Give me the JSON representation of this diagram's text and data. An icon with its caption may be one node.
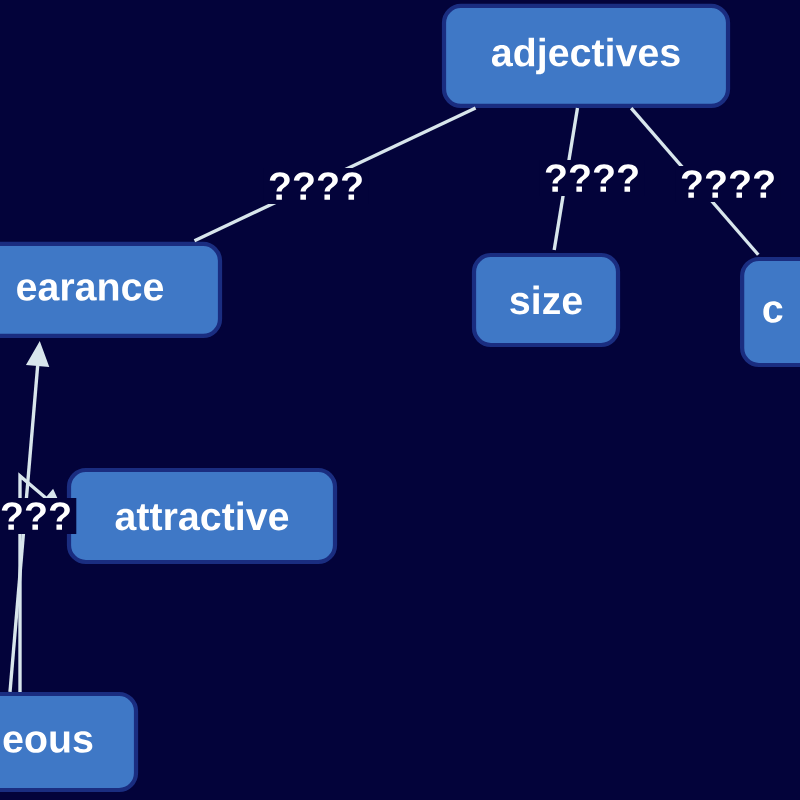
{
  "diagram": {
    "nodes": [
      {
        "text": [
          "adjectives"
        ]
      },
      {
        "text": [
          "earance"
        ]
      },
      {
        "text": [
          "size"
        ]
      },
      {
        "text": [
          "c"
        ]
      },
      {
        "text": [
          "attractive"
        ]
      },
      {
        "text": [
          "eous"
        ]
      }
    ],
    "edges": [
      {
        "from": 0,
        "to": 1,
        "arrow": "none",
        "label": "????"
      },
      {
        "from": 0,
        "to": 2,
        "arrow": "none",
        "label": "????"
      },
      {
        "from": 0,
        "to": 3,
        "arrow": "none",
        "label": "????"
      },
      {
        "from": 5,
        "to": 1,
        "arrow": "to"
      },
      {
        "from": 5,
        "to": 4,
        "arrow": "to",
        "label": "???"
      }
    ]
  }
}
